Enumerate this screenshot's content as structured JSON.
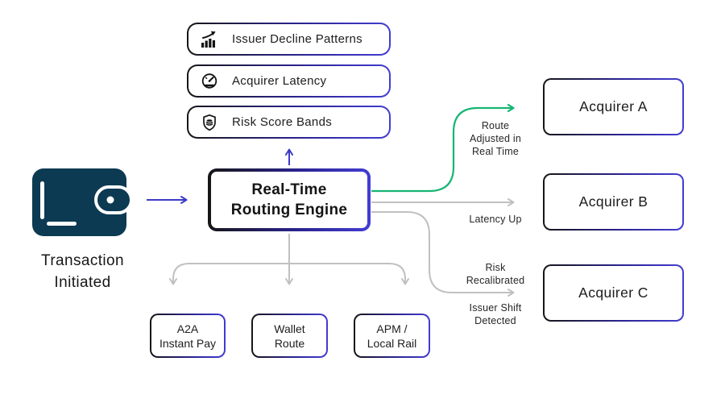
{
  "colors": {
    "accent_indigo": "#3c3bc8",
    "border_dark": "#161616",
    "route_green": "#17b573",
    "route_gray": "#c0c0c0",
    "wallet_navy": "#0c3a52",
    "text": "#1f1f1f"
  },
  "source": {
    "icon": "wallet-icon",
    "label": "Transaction\nInitiated"
  },
  "engine": {
    "label": "Real-Time\nRouting Engine"
  },
  "signals": [
    {
      "icon": "bar-chart-trend-icon",
      "label": "Issuer Decline Patterns"
    },
    {
      "icon": "speedometer-icon",
      "label": "Acquirer Latency"
    },
    {
      "icon": "shield-layers-icon",
      "label": "Risk Score Bands"
    }
  ],
  "acquirers": [
    {
      "label": "Acquirer A"
    },
    {
      "label": "Acquirer B"
    },
    {
      "label": "Acquirer C"
    }
  ],
  "routes": [
    {
      "target": "Acquirer A",
      "color": "green",
      "label": "Route\nAdjusted in\nReal Time"
    },
    {
      "target": "Acquirer B",
      "color": "gray",
      "label": "Latency Up"
    },
    {
      "target": "Acquirer C",
      "color": "gray",
      "label_above": "Risk\nRecalibrated",
      "label_below": "Issuer Shift\nDetected"
    }
  ],
  "rails": [
    {
      "label": "A2A\nInstant Pay"
    },
    {
      "label": "Wallet\nRoute"
    },
    {
      "label": "APM /\nLocal Rail"
    }
  ]
}
